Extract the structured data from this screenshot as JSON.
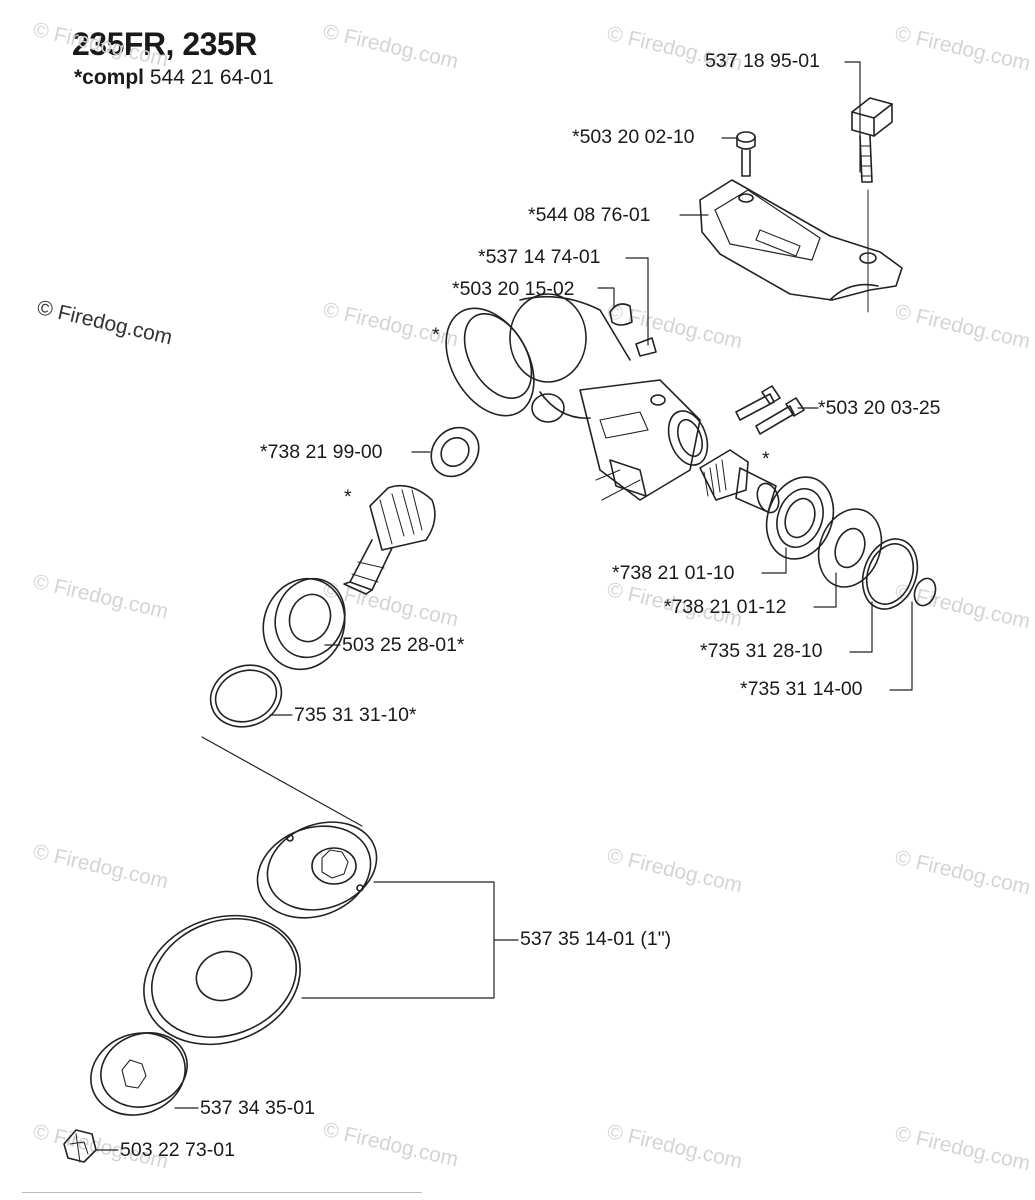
{
  "header": {
    "title": "235FR, 235R",
    "compl_prefix": "*compl",
    "compl_number": "544 21 64-01"
  },
  "watermark": {
    "primary": "© Firedog.com",
    "repeat": "© Firedog.com"
  },
  "parts": [
    {
      "id": "p1",
      "label": "537 18 95-01"
    },
    {
      "id": "p2",
      "label": "*503 20 02-10"
    },
    {
      "id": "p3",
      "label": "*544 08 76-01"
    },
    {
      "id": "p4",
      "label": "*537 14 74-01"
    },
    {
      "id": "p5",
      "label": "*503 20 15-02"
    },
    {
      "id": "p6",
      "label": "*503 20 03-25"
    },
    {
      "id": "p7",
      "label": "*738 21 99-00"
    },
    {
      "id": "p8",
      "label": "*738 21 01-10"
    },
    {
      "id": "p9",
      "label": "*738 21 01-12"
    },
    {
      "id": "p10",
      "label": "*735 31 28-10"
    },
    {
      "id": "p11",
      "label": "*735 31 14-00"
    },
    {
      "id": "p12",
      "label": "503 25 28-01*"
    },
    {
      "id": "p13",
      "label": "735 31 31-10*"
    },
    {
      "id": "p14",
      "label": "537 35 14-01 (1\")"
    },
    {
      "id": "p15",
      "label": "537 34 35-01"
    },
    {
      "id": "p16",
      "label": "503 22 73-01"
    }
  ],
  "asterisk": "*"
}
